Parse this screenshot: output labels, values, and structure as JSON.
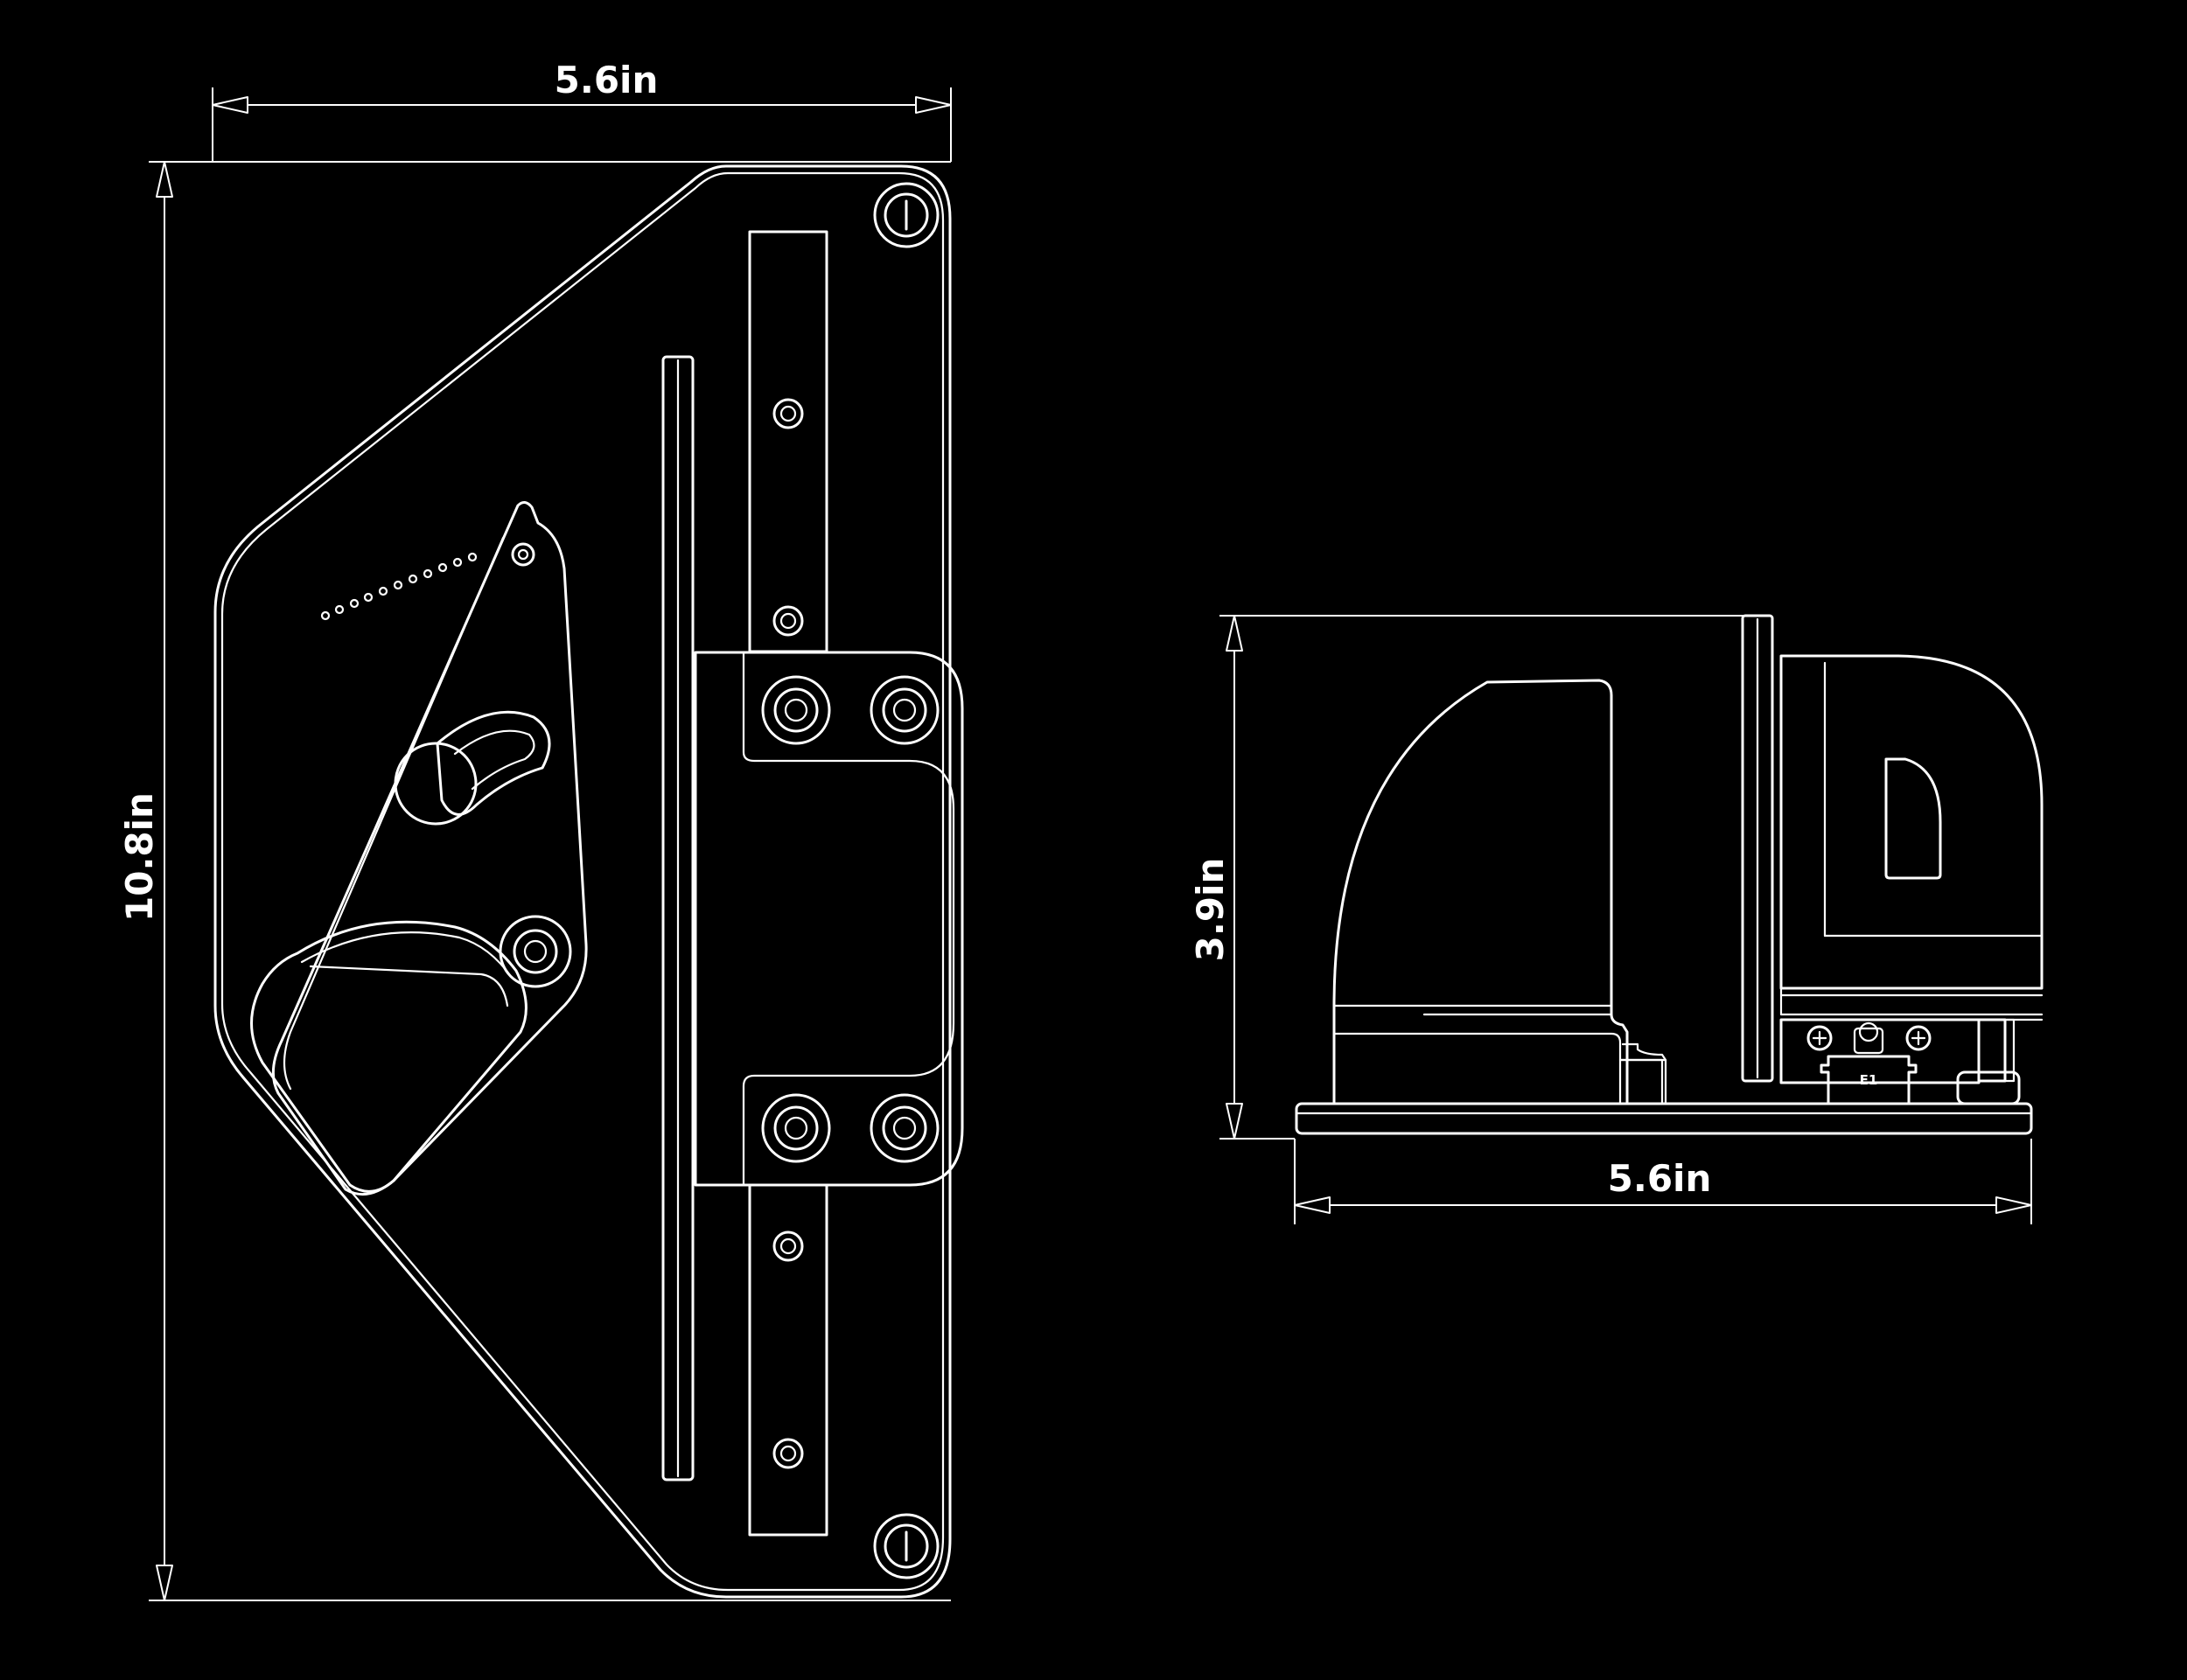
{
  "colors": {
    "background": "#000000",
    "line": "#ffffff"
  },
  "top_view": {
    "width_label": "5.6in",
    "height_label": "10.8in"
  },
  "side_view": {
    "height_label": "3.9in",
    "width_label": "5.6in",
    "tag_label": "E1"
  }
}
